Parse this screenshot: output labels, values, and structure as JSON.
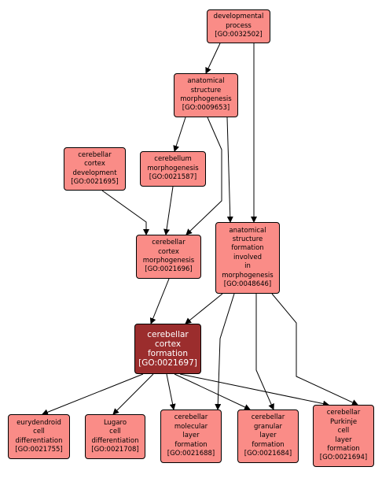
{
  "colors": {
    "node_fill": "#fa8c87",
    "focus_fill": "#9b2d2d",
    "focus_text": "#ffffff",
    "edge": "#000000"
  },
  "nodes": [
    {
      "id": "dev",
      "lines": [
        "developmental",
        "process",
        "[GO:0032502]"
      ]
    },
    {
      "id": "asm",
      "lines": [
        "anatomical",
        "structure",
        "morphogenesis",
        "[GO:0009653]"
      ]
    },
    {
      "id": "ccd",
      "lines": [
        "cerebellar",
        "cortex",
        "development",
        "[GO:0021695]"
      ]
    },
    {
      "id": "cm",
      "lines": [
        "cerebellum",
        "morphogenesis",
        "[GO:0021587]"
      ]
    },
    {
      "id": "ccm",
      "lines": [
        "cerebellar",
        "cortex",
        "morphogenesis",
        "[GO:0021696]"
      ]
    },
    {
      "id": "asf",
      "lines": [
        "anatomical",
        "structure",
        "formation",
        "involved",
        "in",
        "morphogenesis",
        "[GO:0048646]"
      ]
    },
    {
      "id": "ccf",
      "lines": [
        "cerebellar",
        "cortex",
        "formation",
        "[GO:0021697]"
      ]
    },
    {
      "id": "eur",
      "lines": [
        "eurydendroid",
        "cell",
        "differentiation",
        "[GO:0021755]"
      ]
    },
    {
      "id": "lug",
      "lines": [
        "Lugaro",
        "cell",
        "differentiation",
        "[GO:0021708]"
      ]
    },
    {
      "id": "mol",
      "lines": [
        "cerebellar",
        "molecular",
        "layer",
        "formation",
        "[GO:0021688]"
      ]
    },
    {
      "id": "gran",
      "lines": [
        "cerebellar",
        "granular",
        "layer",
        "formation",
        "[GO:0021684]"
      ]
    },
    {
      "id": "purk",
      "lines": [
        "cerebellar",
        "Purkinje",
        "cell",
        "layer",
        "formation",
        "[GO:0021694]"
      ]
    }
  ],
  "edges": [
    {
      "from": "dev",
      "to": "asm"
    },
    {
      "from": "dev",
      "to": "asf"
    },
    {
      "from": "asm",
      "to": "cm"
    },
    {
      "from": "asm",
      "to": "ccm"
    },
    {
      "from": "asm",
      "to": "asf"
    },
    {
      "from": "ccd",
      "to": "ccm"
    },
    {
      "from": "cm",
      "to": "ccm"
    },
    {
      "from": "ccm",
      "to": "ccf"
    },
    {
      "from": "asf",
      "to": "ccf"
    },
    {
      "from": "asf",
      "to": "mol"
    },
    {
      "from": "asf",
      "to": "gran"
    },
    {
      "from": "asf",
      "to": "purk"
    },
    {
      "from": "ccf",
      "to": "eur"
    },
    {
      "from": "ccf",
      "to": "lug"
    },
    {
      "from": "ccf",
      "to": "mol"
    },
    {
      "from": "ccf",
      "to": "gran"
    },
    {
      "from": "ccf",
      "to": "purk"
    }
  ]
}
